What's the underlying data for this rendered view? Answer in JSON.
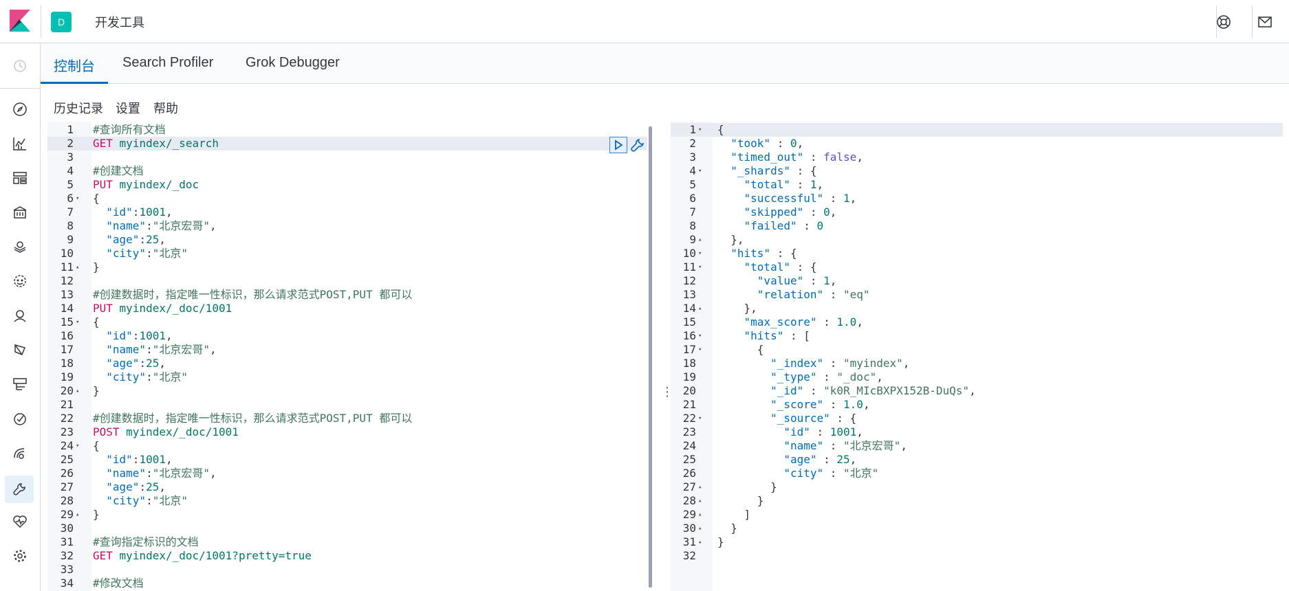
{
  "header": {
    "space_initial": "D",
    "app_title": "开发工具",
    "icons": [
      "kibana-logo-icon",
      "help-icon",
      "mail-icon"
    ]
  },
  "tabs": [
    {
      "label": "控制台",
      "active": true
    },
    {
      "label": "Search Profiler",
      "active": false
    },
    {
      "label": "Grok Debugger",
      "active": false
    }
  ],
  "submenu": [
    "历史记录",
    "设置",
    "帮助"
  ],
  "nav_icons": [
    "clock-icon",
    "compass-icon",
    "chart-icon",
    "dashboard-icon",
    "canvas-icon",
    "maps-icon",
    "ml-icon",
    "user-icon",
    "siem-icon",
    "logs-icon",
    "uptime-icon",
    "apm-icon",
    "dev-tools-icon",
    "monitoring-icon",
    "gear-icon"
  ],
  "request_lines": [
    {
      "n": "1",
      "fold": "",
      "tokens": [
        [
          "c-comment",
          "#查询所有文档"
        ]
      ]
    },
    {
      "n": "2",
      "fold": "",
      "tokens": [
        [
          "c-method",
          "GET"
        ],
        [
          "c-punc",
          " "
        ],
        [
          "c-url",
          "myindex/_search"
        ]
      ]
    },
    {
      "n": "3",
      "fold": "",
      "tokens": []
    },
    {
      "n": "4",
      "fold": "",
      "tokens": [
        [
          "c-comment",
          "#创建文档"
        ]
      ]
    },
    {
      "n": "5",
      "fold": "",
      "tokens": [
        [
          "c-method",
          "PUT"
        ],
        [
          "c-punc",
          " "
        ],
        [
          "c-url",
          "myindex/_doc"
        ]
      ]
    },
    {
      "n": "6",
      "fold": "▾",
      "tokens": [
        [
          "c-punc",
          "{"
        ]
      ]
    },
    {
      "n": "7",
      "fold": "",
      "tokens": [
        [
          "c-punc",
          "  "
        ],
        [
          "c-key",
          "\"id\""
        ],
        [
          "c-punc",
          ":"
        ],
        [
          "c-num",
          "1001"
        ],
        [
          "c-punc",
          ","
        ]
      ]
    },
    {
      "n": "8",
      "fold": "",
      "tokens": [
        [
          "c-punc",
          "  "
        ],
        [
          "c-key",
          "\"name\""
        ],
        [
          "c-punc",
          ":"
        ],
        [
          "c-str",
          "\"北京宏哥\""
        ],
        [
          "c-punc",
          ","
        ]
      ]
    },
    {
      "n": "9",
      "fold": "",
      "tokens": [
        [
          "c-punc",
          "  "
        ],
        [
          "c-key",
          "\"age\""
        ],
        [
          "c-punc",
          ":"
        ],
        [
          "c-num",
          "25"
        ],
        [
          "c-punc",
          ","
        ]
      ]
    },
    {
      "n": "10",
      "fold": "",
      "tokens": [
        [
          "c-punc",
          "  "
        ],
        [
          "c-key",
          "\"city\""
        ],
        [
          "c-punc",
          ":"
        ],
        [
          "c-str",
          "\"北京\""
        ]
      ]
    },
    {
      "n": "11",
      "fold": "▴",
      "tokens": [
        [
          "c-punc",
          "}"
        ]
      ]
    },
    {
      "n": "12",
      "fold": "",
      "tokens": []
    },
    {
      "n": "13",
      "fold": "",
      "tokens": [
        [
          "c-comment",
          "#创建数据时，指定唯一性标识，那么请求范式POST,PUT 都可以"
        ]
      ]
    },
    {
      "n": "14",
      "fold": "",
      "tokens": [
        [
          "c-method",
          "PUT"
        ],
        [
          "c-punc",
          " "
        ],
        [
          "c-url",
          "myindex/_doc/1001"
        ]
      ]
    },
    {
      "n": "15",
      "fold": "▾",
      "tokens": [
        [
          "c-punc",
          "{"
        ]
      ]
    },
    {
      "n": "16",
      "fold": "",
      "tokens": [
        [
          "c-punc",
          "  "
        ],
        [
          "c-key",
          "\"id\""
        ],
        [
          "c-punc",
          ":"
        ],
        [
          "c-num",
          "1001"
        ],
        [
          "c-punc",
          ","
        ]
      ]
    },
    {
      "n": "17",
      "fold": "",
      "tokens": [
        [
          "c-punc",
          "  "
        ],
        [
          "c-key",
          "\"name\""
        ],
        [
          "c-punc",
          ":"
        ],
        [
          "c-str",
          "\"北京宏哥\""
        ],
        [
          "c-punc",
          ","
        ]
      ]
    },
    {
      "n": "18",
      "fold": "",
      "tokens": [
        [
          "c-punc",
          "  "
        ],
        [
          "c-key",
          "\"age\""
        ],
        [
          "c-punc",
          ":"
        ],
        [
          "c-num",
          "25"
        ],
        [
          "c-punc",
          ","
        ]
      ]
    },
    {
      "n": "19",
      "fold": "",
      "tokens": [
        [
          "c-punc",
          "  "
        ],
        [
          "c-key",
          "\"city\""
        ],
        [
          "c-punc",
          ":"
        ],
        [
          "c-str",
          "\"北京\""
        ]
      ]
    },
    {
      "n": "20",
      "fold": "▴",
      "tokens": [
        [
          "c-punc",
          "}"
        ]
      ]
    },
    {
      "n": "21",
      "fold": "",
      "tokens": []
    },
    {
      "n": "22",
      "fold": "",
      "tokens": [
        [
          "c-comment",
          "#创建数据时，指定唯一性标识，那么请求范式POST,PUT 都可以"
        ]
      ]
    },
    {
      "n": "23",
      "fold": "",
      "tokens": [
        [
          "c-method",
          "POST"
        ],
        [
          "c-punc",
          " "
        ],
        [
          "c-url",
          "myindex/_doc/1001"
        ]
      ]
    },
    {
      "n": "24",
      "fold": "▾",
      "tokens": [
        [
          "c-punc",
          "{"
        ]
      ]
    },
    {
      "n": "25",
      "fold": "",
      "tokens": [
        [
          "c-punc",
          "  "
        ],
        [
          "c-key",
          "\"id\""
        ],
        [
          "c-punc",
          ":"
        ],
        [
          "c-num",
          "1001"
        ],
        [
          "c-punc",
          ","
        ]
      ]
    },
    {
      "n": "26",
      "fold": "",
      "tokens": [
        [
          "c-punc",
          "  "
        ],
        [
          "c-key",
          "\"name\""
        ],
        [
          "c-punc",
          ":"
        ],
        [
          "c-str",
          "\"北京宏哥\""
        ],
        [
          "c-punc",
          ","
        ]
      ]
    },
    {
      "n": "27",
      "fold": "",
      "tokens": [
        [
          "c-punc",
          "  "
        ],
        [
          "c-key",
          "\"age\""
        ],
        [
          "c-punc",
          ":"
        ],
        [
          "c-num",
          "25"
        ],
        [
          "c-punc",
          ","
        ]
      ]
    },
    {
      "n": "28",
      "fold": "",
      "tokens": [
        [
          "c-punc",
          "  "
        ],
        [
          "c-key",
          "\"city\""
        ],
        [
          "c-punc",
          ":"
        ],
        [
          "c-str",
          "\"北京\""
        ]
      ]
    },
    {
      "n": "29",
      "fold": "▴",
      "tokens": [
        [
          "c-punc",
          "}"
        ]
      ]
    },
    {
      "n": "30",
      "fold": "",
      "tokens": []
    },
    {
      "n": "31",
      "fold": "",
      "tokens": [
        [
          "c-comment",
          "#查询指定标识的文档"
        ]
      ]
    },
    {
      "n": "32",
      "fold": "",
      "tokens": [
        [
          "c-method",
          "GET"
        ],
        [
          "c-punc",
          " "
        ],
        [
          "c-url",
          "myindex/_doc/1001?pretty=true"
        ]
      ]
    },
    {
      "n": "33",
      "fold": "",
      "tokens": []
    },
    {
      "n": "34",
      "fold": "",
      "tokens": [
        [
          "c-comment",
          "#修改文档"
        ]
      ]
    }
  ],
  "response_lines": [
    {
      "n": "1",
      "fold": "▾",
      "tokens": [
        [
          "c-punc",
          "{"
        ]
      ]
    },
    {
      "n": "2",
      "fold": "",
      "tokens": [
        [
          "c-punc",
          "  "
        ],
        [
          "c-key",
          "\"took\""
        ],
        [
          "c-punc",
          " : "
        ],
        [
          "c-num",
          "0"
        ],
        [
          "c-punc",
          ","
        ]
      ]
    },
    {
      "n": "3",
      "fold": "",
      "tokens": [
        [
          "c-punc",
          "  "
        ],
        [
          "c-key",
          "\"timed_out\""
        ],
        [
          "c-punc",
          " : "
        ],
        [
          "c-bool",
          "false"
        ],
        [
          "c-punc",
          ","
        ]
      ]
    },
    {
      "n": "4",
      "fold": "▾",
      "tokens": [
        [
          "c-punc",
          "  "
        ],
        [
          "c-key",
          "\"_shards\""
        ],
        [
          "c-punc",
          " : {"
        ]
      ]
    },
    {
      "n": "5",
      "fold": "",
      "tokens": [
        [
          "c-punc",
          "    "
        ],
        [
          "c-key",
          "\"total\""
        ],
        [
          "c-punc",
          " : "
        ],
        [
          "c-num",
          "1"
        ],
        [
          "c-punc",
          ","
        ]
      ]
    },
    {
      "n": "6",
      "fold": "",
      "tokens": [
        [
          "c-punc",
          "    "
        ],
        [
          "c-key",
          "\"successful\""
        ],
        [
          "c-punc",
          " : "
        ],
        [
          "c-num",
          "1"
        ],
        [
          "c-punc",
          ","
        ]
      ]
    },
    {
      "n": "7",
      "fold": "",
      "tokens": [
        [
          "c-punc",
          "    "
        ],
        [
          "c-key",
          "\"skipped\""
        ],
        [
          "c-punc",
          " : "
        ],
        [
          "c-num",
          "0"
        ],
        [
          "c-punc",
          ","
        ]
      ]
    },
    {
      "n": "8",
      "fold": "",
      "tokens": [
        [
          "c-punc",
          "    "
        ],
        [
          "c-key",
          "\"failed\""
        ],
        [
          "c-punc",
          " : "
        ],
        [
          "c-num",
          "0"
        ]
      ]
    },
    {
      "n": "9",
      "fold": "▴",
      "tokens": [
        [
          "c-punc",
          "  },"
        ]
      ]
    },
    {
      "n": "10",
      "fold": "▾",
      "tokens": [
        [
          "c-punc",
          "  "
        ],
        [
          "c-key",
          "\"hits\""
        ],
        [
          "c-punc",
          " : {"
        ]
      ]
    },
    {
      "n": "11",
      "fold": "▾",
      "tokens": [
        [
          "c-punc",
          "    "
        ],
        [
          "c-key",
          "\"total\""
        ],
        [
          "c-punc",
          " : {"
        ]
      ]
    },
    {
      "n": "12",
      "fold": "",
      "tokens": [
        [
          "c-punc",
          "      "
        ],
        [
          "c-key",
          "\"value\""
        ],
        [
          "c-punc",
          " : "
        ],
        [
          "c-num",
          "1"
        ],
        [
          "c-punc",
          ","
        ]
      ]
    },
    {
      "n": "13",
      "fold": "",
      "tokens": [
        [
          "c-punc",
          "      "
        ],
        [
          "c-key",
          "\"relation\""
        ],
        [
          "c-punc",
          " : "
        ],
        [
          "c-str",
          "\"eq\""
        ]
      ]
    },
    {
      "n": "14",
      "fold": "▴",
      "tokens": [
        [
          "c-punc",
          "    },"
        ]
      ]
    },
    {
      "n": "15",
      "fold": "",
      "tokens": [
        [
          "c-punc",
          "    "
        ],
        [
          "c-key",
          "\"max_score\""
        ],
        [
          "c-punc",
          " : "
        ],
        [
          "c-num",
          "1.0"
        ],
        [
          "c-punc",
          ","
        ]
      ]
    },
    {
      "n": "16",
      "fold": "▾",
      "tokens": [
        [
          "c-punc",
          "    "
        ],
        [
          "c-key",
          "\"hits\""
        ],
        [
          "c-punc",
          " : ["
        ]
      ]
    },
    {
      "n": "17",
      "fold": "▾",
      "tokens": [
        [
          "c-punc",
          "      {"
        ]
      ]
    },
    {
      "n": "18",
      "fold": "",
      "tokens": [
        [
          "c-punc",
          "        "
        ],
        [
          "c-key",
          "\"_index\""
        ],
        [
          "c-punc",
          " : "
        ],
        [
          "c-str",
          "\"myindex\""
        ],
        [
          "c-punc",
          ","
        ]
      ]
    },
    {
      "n": "19",
      "fold": "",
      "tokens": [
        [
          "c-punc",
          "        "
        ],
        [
          "c-key",
          "\"_type\""
        ],
        [
          "c-punc",
          " : "
        ],
        [
          "c-str",
          "\"_doc\""
        ],
        [
          "c-punc",
          ","
        ]
      ]
    },
    {
      "n": "20",
      "fold": "",
      "tokens": [
        [
          "c-punc",
          "        "
        ],
        [
          "c-key",
          "\"_id\""
        ],
        [
          "c-punc",
          " : "
        ],
        [
          "c-str",
          "\"k0R_MIcBXPX152B-DuQs\""
        ],
        [
          "c-punc",
          ","
        ]
      ]
    },
    {
      "n": "21",
      "fold": "",
      "tokens": [
        [
          "c-punc",
          "        "
        ],
        [
          "c-key",
          "\"_score\""
        ],
        [
          "c-punc",
          " : "
        ],
        [
          "c-num",
          "1.0"
        ],
        [
          "c-punc",
          ","
        ]
      ]
    },
    {
      "n": "22",
      "fold": "▾",
      "tokens": [
        [
          "c-punc",
          "        "
        ],
        [
          "c-key",
          "\"_source\""
        ],
        [
          "c-punc",
          " : {"
        ]
      ]
    },
    {
      "n": "23",
      "fold": "",
      "tokens": [
        [
          "c-punc",
          "          "
        ],
        [
          "c-key",
          "\"id\""
        ],
        [
          "c-punc",
          " : "
        ],
        [
          "c-num",
          "1001"
        ],
        [
          "c-punc",
          ","
        ]
      ]
    },
    {
      "n": "24",
      "fold": "",
      "tokens": [
        [
          "c-punc",
          "          "
        ],
        [
          "c-key",
          "\"name\""
        ],
        [
          "c-punc",
          " : "
        ],
        [
          "c-str",
          "\"北京宏哥\""
        ],
        [
          "c-punc",
          ","
        ]
      ]
    },
    {
      "n": "25",
      "fold": "",
      "tokens": [
        [
          "c-punc",
          "          "
        ],
        [
          "c-key",
          "\"age\""
        ],
        [
          "c-punc",
          " : "
        ],
        [
          "c-num",
          "25"
        ],
        [
          "c-punc",
          ","
        ]
      ]
    },
    {
      "n": "26",
      "fold": "",
      "tokens": [
        [
          "c-punc",
          "          "
        ],
        [
          "c-key",
          "\"city\""
        ],
        [
          "c-punc",
          " : "
        ],
        [
          "c-str",
          "\"北京\""
        ]
      ]
    },
    {
      "n": "27",
      "fold": "▴",
      "tokens": [
        [
          "c-punc",
          "        }"
        ]
      ]
    },
    {
      "n": "28",
      "fold": "▴",
      "tokens": [
        [
          "c-punc",
          "      }"
        ]
      ]
    },
    {
      "n": "29",
      "fold": "▴",
      "tokens": [
        [
          "c-punc",
          "    ]"
        ]
      ]
    },
    {
      "n": "30",
      "fold": "▴",
      "tokens": [
        [
          "c-punc",
          "  }"
        ]
      ]
    },
    {
      "n": "31",
      "fold": "▴",
      "tokens": [
        [
          "c-punc",
          "}"
        ]
      ]
    },
    {
      "n": "32",
      "fold": "",
      "tokens": []
    }
  ],
  "colors": {
    "accent": "#006bb4",
    "method": "#c80a68",
    "string": "#41755c",
    "logo_pink": "#e8488b",
    "logo_teal": "#00bfb3"
  }
}
